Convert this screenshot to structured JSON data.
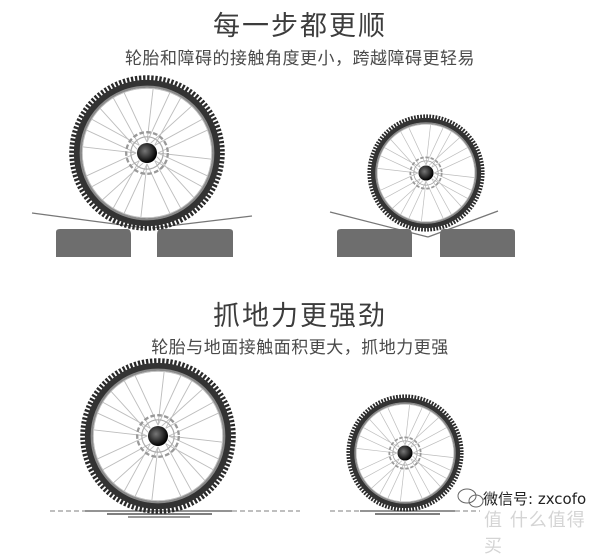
{
  "section1": {
    "title": "每一步都更顺",
    "subtitle": "轮胎和障碍的接触角度更小，跨越障碍更轻易"
  },
  "section2": {
    "title": "抓地力更强劲",
    "subtitle": "轮胎与地面接触面积更大，抓地力更强"
  },
  "watermark": {
    "wechat": "微信号: zxcofo",
    "site": "值 什么值得买"
  },
  "colors": {
    "text": "#3c3c3c",
    "tire": "#2e2e2e",
    "block": "#6e6e6e"
  }
}
